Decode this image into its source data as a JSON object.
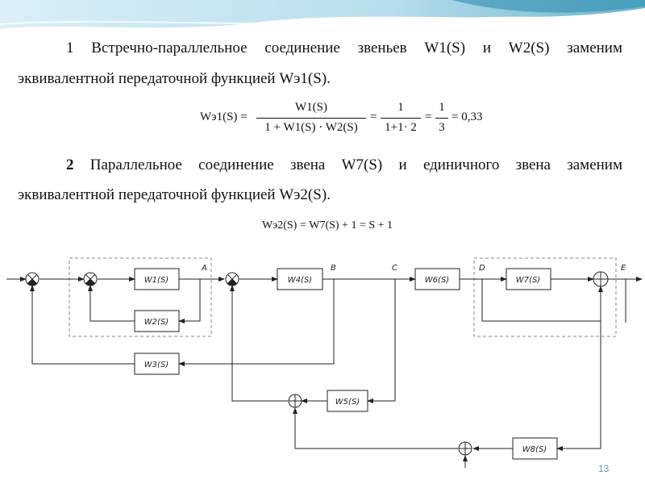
{
  "section1": {
    "line1": "1 Встречно-параллельное соединение звеньев W1(S) и W2(S) заменим",
    "line2": "эквивалентной передаточной функцией Wэ1(S).",
    "formula": {
      "lhs": "Wэ1(S) =",
      "frac1_num": "W1(S)",
      "frac1_den": "1 + W1(S) · W2(S)",
      "eq2": "=",
      "frac2_num": "1",
      "frac2_den": "1+1· 2",
      "eq3": "=",
      "frac3_num": "1",
      "frac3_den": "3",
      "result": "= 0,33"
    }
  },
  "section2": {
    "num": "2",
    "line1": "Параллельное соединение звена W7(S) и единичного звена заменим",
    "line2": "эквивалентной передаточной функцией Wэ2(S).",
    "formula": "Wэ2(S) = W7(S) + 1 = S + 1"
  },
  "diagram": {
    "blocks": {
      "w1": "W1(S)",
      "w2": "W2(S)",
      "w3": "W3(S)",
      "w4": "W4(S)",
      "w5": "W5(S)",
      "w6": "W6(S)",
      "w7": "W7(S)",
      "w8": "W8(S)"
    },
    "points": {
      "a": "A",
      "b": "B",
      "c": "C",
      "d": "D",
      "e": "E"
    }
  },
  "page_number": "13",
  "colors": {
    "header_wave": "#9fd3e6",
    "page_number": "#6a9fb5",
    "dashed_box": "#888888"
  }
}
